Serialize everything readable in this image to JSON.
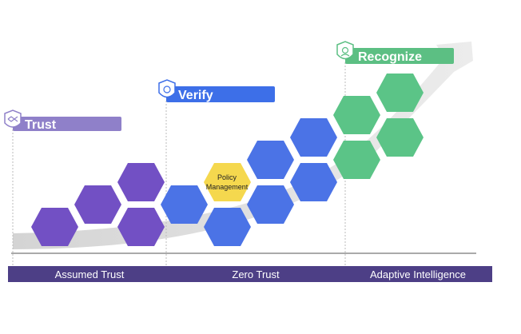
{
  "stages": [
    {
      "label": "Trust",
      "icon": "handshake-icon",
      "color": "#8f80c9"
    },
    {
      "label": "Verify",
      "icon": "shield-check-icon",
      "color": "#3d6fe8"
    },
    {
      "label": "Recognize",
      "icon": "shield-face-icon",
      "color": "#5cbf83"
    }
  ],
  "bottom_bar": {
    "segments": [
      "Assumed Trust",
      "Zero Trust",
      "Adaptive Intelligence"
    ],
    "color": "#4d3f86"
  },
  "highlight": {
    "line1": "Policy",
    "line2": "Management",
    "color": "#f5d84e"
  },
  "colors": {
    "trust_hex": "#7250c4",
    "verify_hex": "#4b73e6",
    "recognize_hex": "#5bc487",
    "arrow": "#dcdcdc"
  }
}
